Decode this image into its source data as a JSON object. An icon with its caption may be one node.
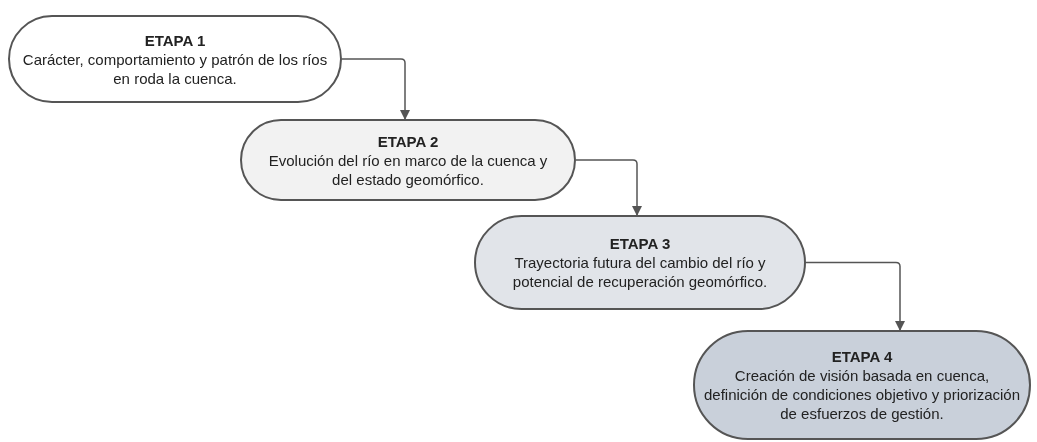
{
  "diagram": {
    "nodes": [
      {
        "text": [
          "ETAPA 1",
          "Carácter, comportamiento y patrón de los ríos en roda la cuenca."
        ]
      },
      {
        "text": [
          "ETAPA 2",
          "Evolución del río en marco de la cuenca y del estado geomórfico."
        ]
      },
      {
        "text": [
          "ETAPA 3",
          "Trayectoria futura del cambio del río y potencial de recuperación geomórfico."
        ]
      },
      {
        "text": [
          "ETAPA 4",
          "Creación de visión basada en cuenca, definición de condiciones objetivo y priorización de esfuerzos de gestión."
        ]
      }
    ],
    "edges": [
      {
        "from": 0,
        "to": 1,
        "arrow": "to"
      },
      {
        "from": 1,
        "to": 2,
        "arrow": "to"
      },
      {
        "from": 2,
        "to": 3,
        "arrow": "to"
      }
    ]
  }
}
